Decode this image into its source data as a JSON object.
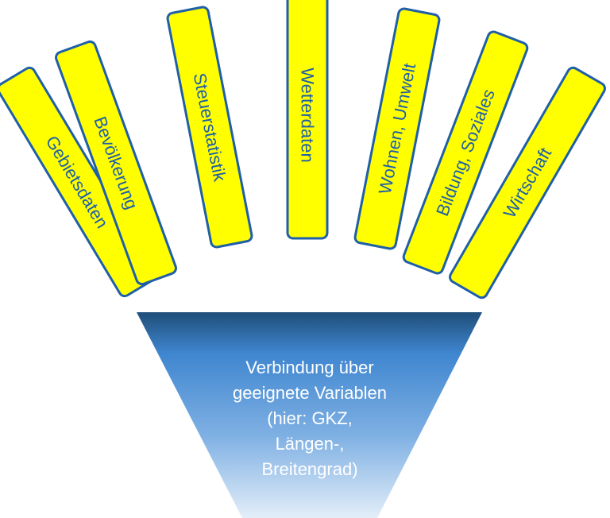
{
  "sources": [
    {
      "label": "Gebietsdaten"
    },
    {
      "label": "Bevölkerung"
    },
    {
      "label": "Steuerstatistik"
    },
    {
      "label": "Wetterdaten"
    },
    {
      "label": "Wohnen, Umwelt"
    },
    {
      "label": "Bildung, Soziales"
    },
    {
      "label": "Wirtschaft"
    }
  ],
  "funnel": {
    "lines": [
      "Verbindung über",
      "geeignete Variablen",
      "(hier: GKZ,",
      "Längen-,",
      "Breitengrad)"
    ]
  },
  "colors": {
    "bar_fill": "#ffff00",
    "bar_stroke": "#1f5fa8",
    "funnel_top": "#1f4e79",
    "funnel_mid": "#4a8fd6",
    "funnel_bottom": "#e3eef9"
  }
}
